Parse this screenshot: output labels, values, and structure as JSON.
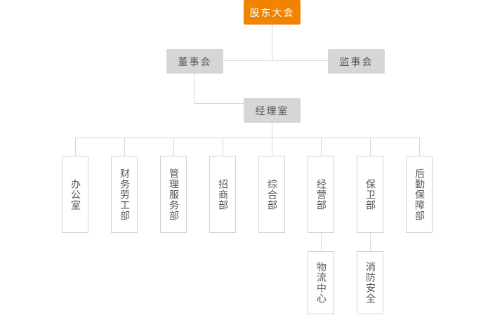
{
  "org": {
    "top": "股东大会",
    "board": "董事会",
    "supervisory": "监事会",
    "manager": "经理室",
    "depts": [
      "办公室",
      "财务劳工部",
      "管理服务部",
      "招商部",
      "综合部",
      "经营部",
      "保卫部",
      "后勤保障部"
    ],
    "subs": [
      "物流中心",
      "消防安全"
    ]
  },
  "colors": {
    "accent": "#f08300",
    "mid_fill": "#d6d6d6",
    "line": "#d8d8d8"
  }
}
